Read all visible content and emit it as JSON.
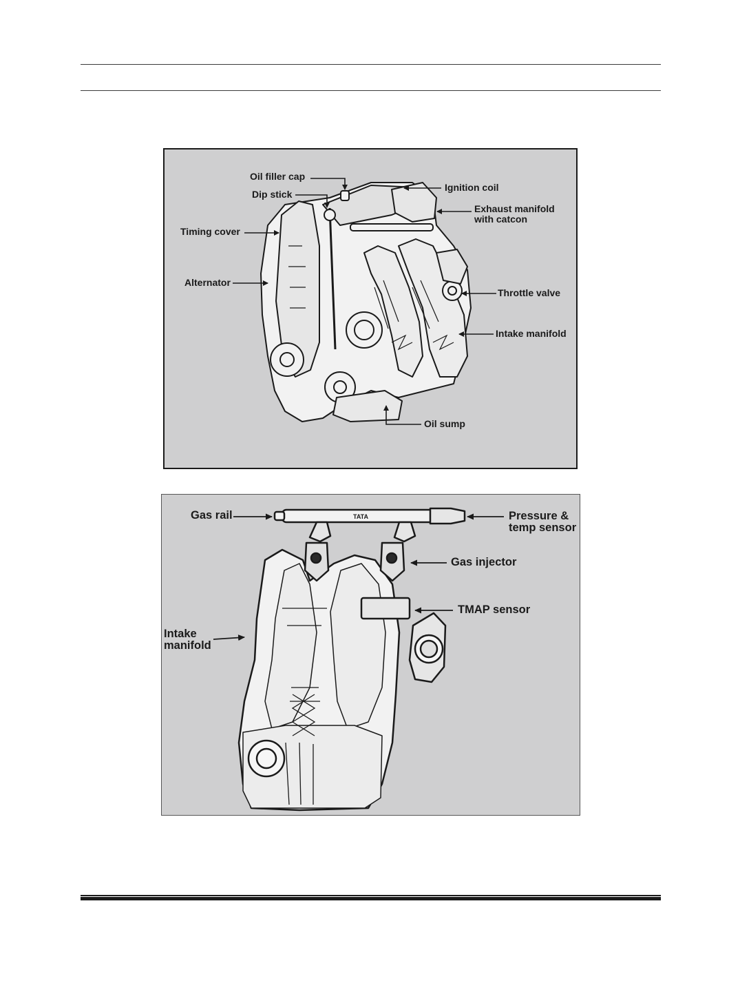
{
  "figure1": {
    "labels": {
      "oil_filler_cap": "Oil filler cap",
      "dip_stick": "Dip stick",
      "timing_cover": "Timing cover",
      "alternator": "Alternator",
      "ignition_coil": "Ignition coil",
      "exhaust_manifold_line1": "Exhaust manifold",
      "exhaust_manifold_line2": "with catcon",
      "throttle_valve": "Throttle valve",
      "intake_manifold": "Intake manifold",
      "oil_sump": "Oil sump"
    }
  },
  "figure2": {
    "labels": {
      "gas_rail": "Gas rail",
      "pressure_sensor_line1": "Pressure &",
      "pressure_sensor_line2": "temp sensor",
      "gas_injector": "Gas injector",
      "tmap_sensor": "TMAP sensor",
      "intake_manifold_line1": "Intake",
      "intake_manifold_line2": "manifold"
    },
    "rail_marking": "TATA"
  },
  "colors": {
    "panel_bg": "#cfcfd0",
    "line": "#1a1a1a",
    "part_fill": "#f2f2f2"
  }
}
